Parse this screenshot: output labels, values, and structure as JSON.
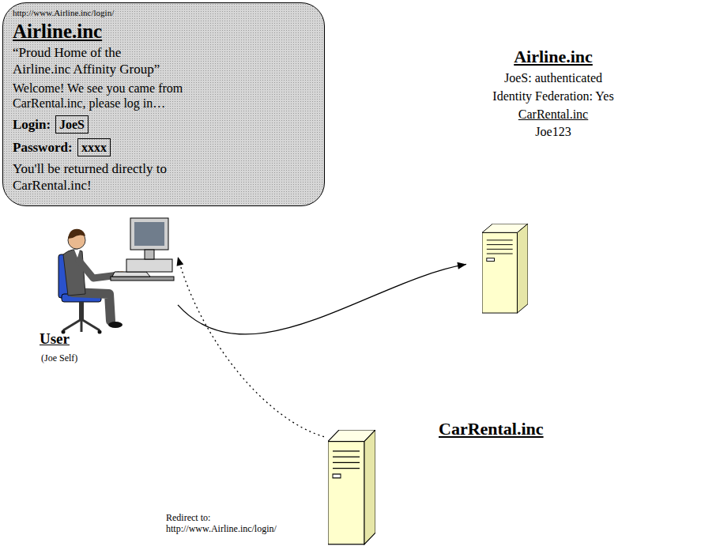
{
  "diagram": {
    "nodes": [
      {
        "text": [
          "http://www.Airline.inc/login/",
          "Airline.inc",
          "“Proud Home of the Airline.inc Affinity Group”",
          "Welcome! We see you came from CarRental.inc, please log in…",
          "Login:",
          "Password:",
          "You'll be returned directly to CarRental.inc!"
        ]
      },
      {
        "text": [
          "JoeS"
        ],
        "in": 0
      },
      {
        "text": [
          "xxxx"
        ],
        "in": 0
      },
      {
        "text": [
          "User",
          "(Joe Self)"
        ]
      },
      {
        "text": [
          "Airline.inc",
          "JoeS: authenticated",
          "Identity Federation: Yes",
          "CarRental.inc",
          "Joe123"
        ]
      },
      {
        "text": [
          "CarRental.inc"
        ]
      }
    ],
    "edges": [
      {
        "from": 3,
        "to": 4,
        "arrow": "to"
      },
      {
        "from": 5,
        "to": 3,
        "arrow": "to",
        "label": "Redirect to: http://www.Airline.inc/login/"
      }
    ]
  }
}
